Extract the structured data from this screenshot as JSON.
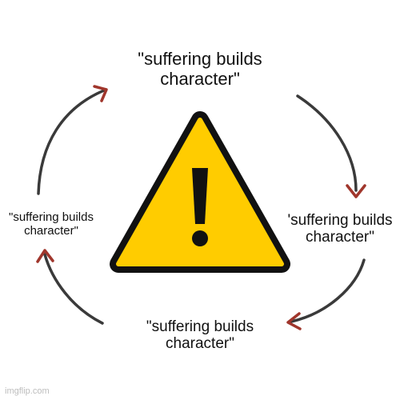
{
  "cycle": {
    "nodes": [
      {
        "line1": "\"suffering builds",
        "line2": "character\""
      },
      {
        "line1": "'suffering builds",
        "line2": "character\""
      },
      {
        "line1": "\"suffering builds",
        "line2": "character\""
      },
      {
        "line1": "\"suffering builds",
        "line2": "character\""
      }
    ],
    "center_icon": "warning-triangle-icon",
    "arrow_color": "#3a3a3a",
    "arrowhead_color": "#a0362c"
  },
  "warning_colors": {
    "fill": "#ffcc00",
    "border": "#111111"
  },
  "watermark": "imgflip.com"
}
